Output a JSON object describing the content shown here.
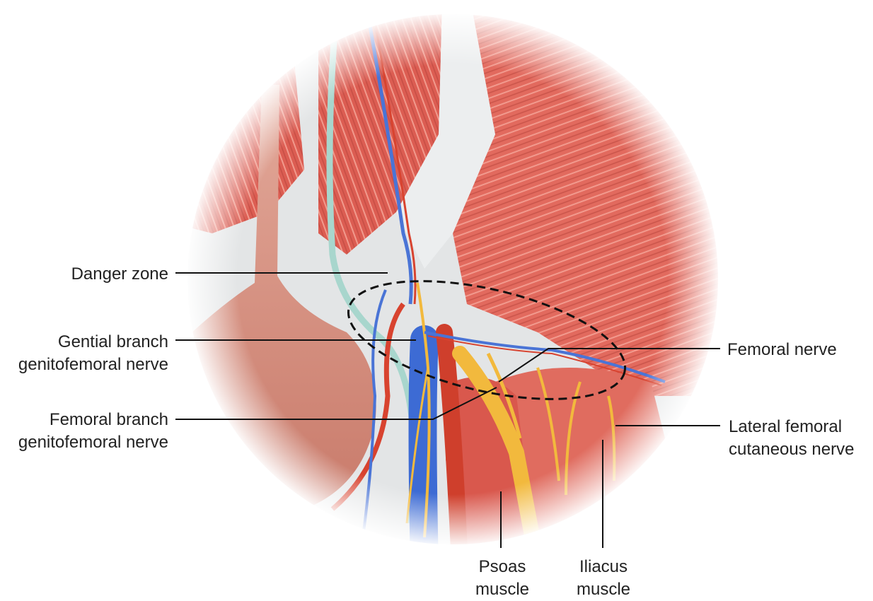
{
  "labels": {
    "danger_zone": [
      "Danger zone"
    ],
    "genital_branch": [
      "Gential branch",
      "genitofemoral nerve"
    ],
    "femoral_branch": [
      "Femoral branch",
      "genitofemoral nerve"
    ],
    "femoral_nerve": [
      "Femoral nerve"
    ],
    "lateral_femoral": [
      "Lateral femoral",
      "cutaneous nerve"
    ],
    "psoas": [
      "Psoas",
      "muscle"
    ],
    "iliacus": [
      "Iliacus",
      "muscle"
    ]
  },
  "colors": {
    "muscle": "#e0645a",
    "muscle_light": "#f2a79c",
    "fascia": "#dfe2e3",
    "artery": "#d8432f",
    "vein": "#4a74d6",
    "nerve": "#f2b93d",
    "ureter": "#bfe3dc",
    "bladder": "#d99585",
    "leader": "#111111"
  }
}
